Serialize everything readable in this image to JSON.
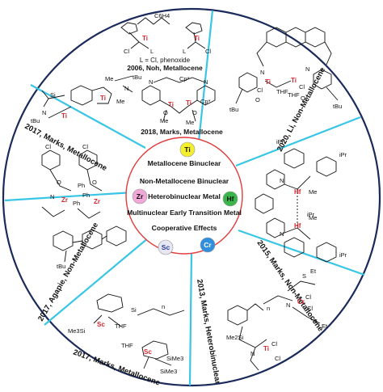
{
  "center": {
    "lines": [
      "Metallocene Binuclear",
      "Non-Metallocene Binuclear",
      "Heterobinuclear Metal",
      "Multinuclear Early Transition Metal",
      "Cooperative Effects"
    ],
    "badges": [
      {
        "symbol": "Ti",
        "fill": "#f4ef2e",
        "text_color": "#111111"
      },
      {
        "symbol": "Zr",
        "fill": "#f0a8d8",
        "text_color": "#111111"
      },
      {
        "symbol": "Hf",
        "fill": "#39b54a",
        "text_color": "#111111"
      },
      {
        "symbol": "Sc",
        "fill": "#e7e7f2",
        "text_color": "#2a3a9a"
      },
      {
        "symbol": "Cr",
        "fill": "#2f8ede",
        "text_color": "#ffffff"
      }
    ]
  },
  "sectors": [
    {
      "id": "top",
      "caption_lines": [
        "L = Cl, phenoxide",
        "2006, Noh, Metallocene"
      ],
      "atoms": [
        "C6H4",
        "Ti",
        "Ti",
        "Cl",
        "L",
        "L",
        "Cl"
      ]
    },
    {
      "id": "upper-left",
      "label": "2017, Marks, Metallocene",
      "atoms": [
        "Si",
        "Ti",
        "Ti",
        "Me",
        "Me",
        "tBu",
        "tBu",
        "N",
        "N"
      ]
    },
    {
      "id": "upper-center",
      "caption": "2018, Marks, Metallocene",
      "atoms": [
        "Cp*",
        "Ti",
        "Ti",
        "Cp*",
        "Me",
        "Me",
        "N",
        "N",
        "O",
        "O"
      ]
    },
    {
      "id": "upper-right",
      "label": "2020, Li, Non-Metallocene",
      "atoms": [
        "Ti",
        "Ti",
        "Cl",
        "Cl",
        "THF",
        "THF",
        "N",
        "N",
        "O",
        "O",
        "tBu",
        "tBu"
      ]
    },
    {
      "id": "left",
      "label": "2017, Agapie, Non-Metallocene",
      "atoms": [
        "Zr",
        "Zr",
        "Cl",
        "Cl",
        "Ph",
        "Ph",
        "Ph",
        "O",
        "O",
        "N",
        "tBu"
      ]
    },
    {
      "id": "right",
      "label": "2015, Marks, Non-Metallocene",
      "atoms": [
        "Hf",
        "Hf",
        "Me",
        "Me",
        "iPr",
        "iPr",
        "iPr",
        "iPr",
        "N",
        "N"
      ]
    },
    {
      "id": "bottom-left",
      "label": "2017, Marks, Metallocene",
      "atoms": [
        "Sc",
        "Sc",
        "Si",
        "Me3Si",
        "THF",
        "THF",
        "SiMe3",
        "SiMe3",
        "n"
      ]
    },
    {
      "id": "bottom-center",
      "label": "2013, Marks, Heterobinuclear",
      "atoms": [
        "Ti",
        "Cr",
        "Cl",
        "Cl",
        "Cl",
        "Cl",
        "Me2Si",
        "N",
        "N",
        "S",
        "S",
        "Et",
        "Et",
        "n"
      ]
    }
  ],
  "colors": {
    "outer_circle": "#1a2a5a",
    "divider": "#39c6e6",
    "inner_circle": "#e03c3c",
    "metal_atom": "#d6262f"
  }
}
